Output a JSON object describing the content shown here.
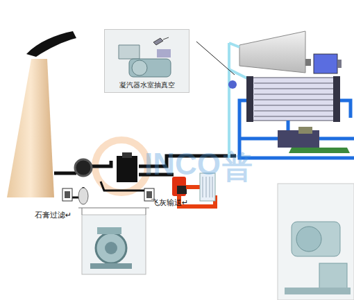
{
  "diagram": {
    "nodes": [
      {
        "text": [
          "凝汽器水室抽真空"
        ]
      }
    ],
    "labels": [
      "石膏过滤↵",
      "飞灰输送↵",
      "INCO",
      "普"
    ]
  }
}
